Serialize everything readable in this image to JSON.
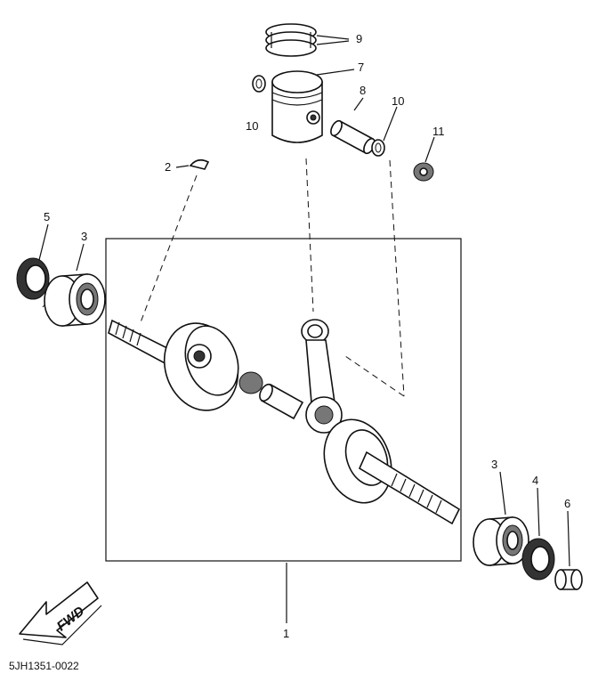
{
  "callouts": {
    "c1": "1",
    "c2": "2",
    "c3a": "3",
    "c3b": "3",
    "c4": "4",
    "c5": "5",
    "c6": "6",
    "c7": "7",
    "c8": "8",
    "c9": "9",
    "c10a": "10",
    "c10b": "10",
    "c11": "11"
  },
  "direction_label": "FWD",
  "diagram_code": "5JH1351-0022",
  "icons": {
    "direction": "arrow-down-left-icon"
  }
}
